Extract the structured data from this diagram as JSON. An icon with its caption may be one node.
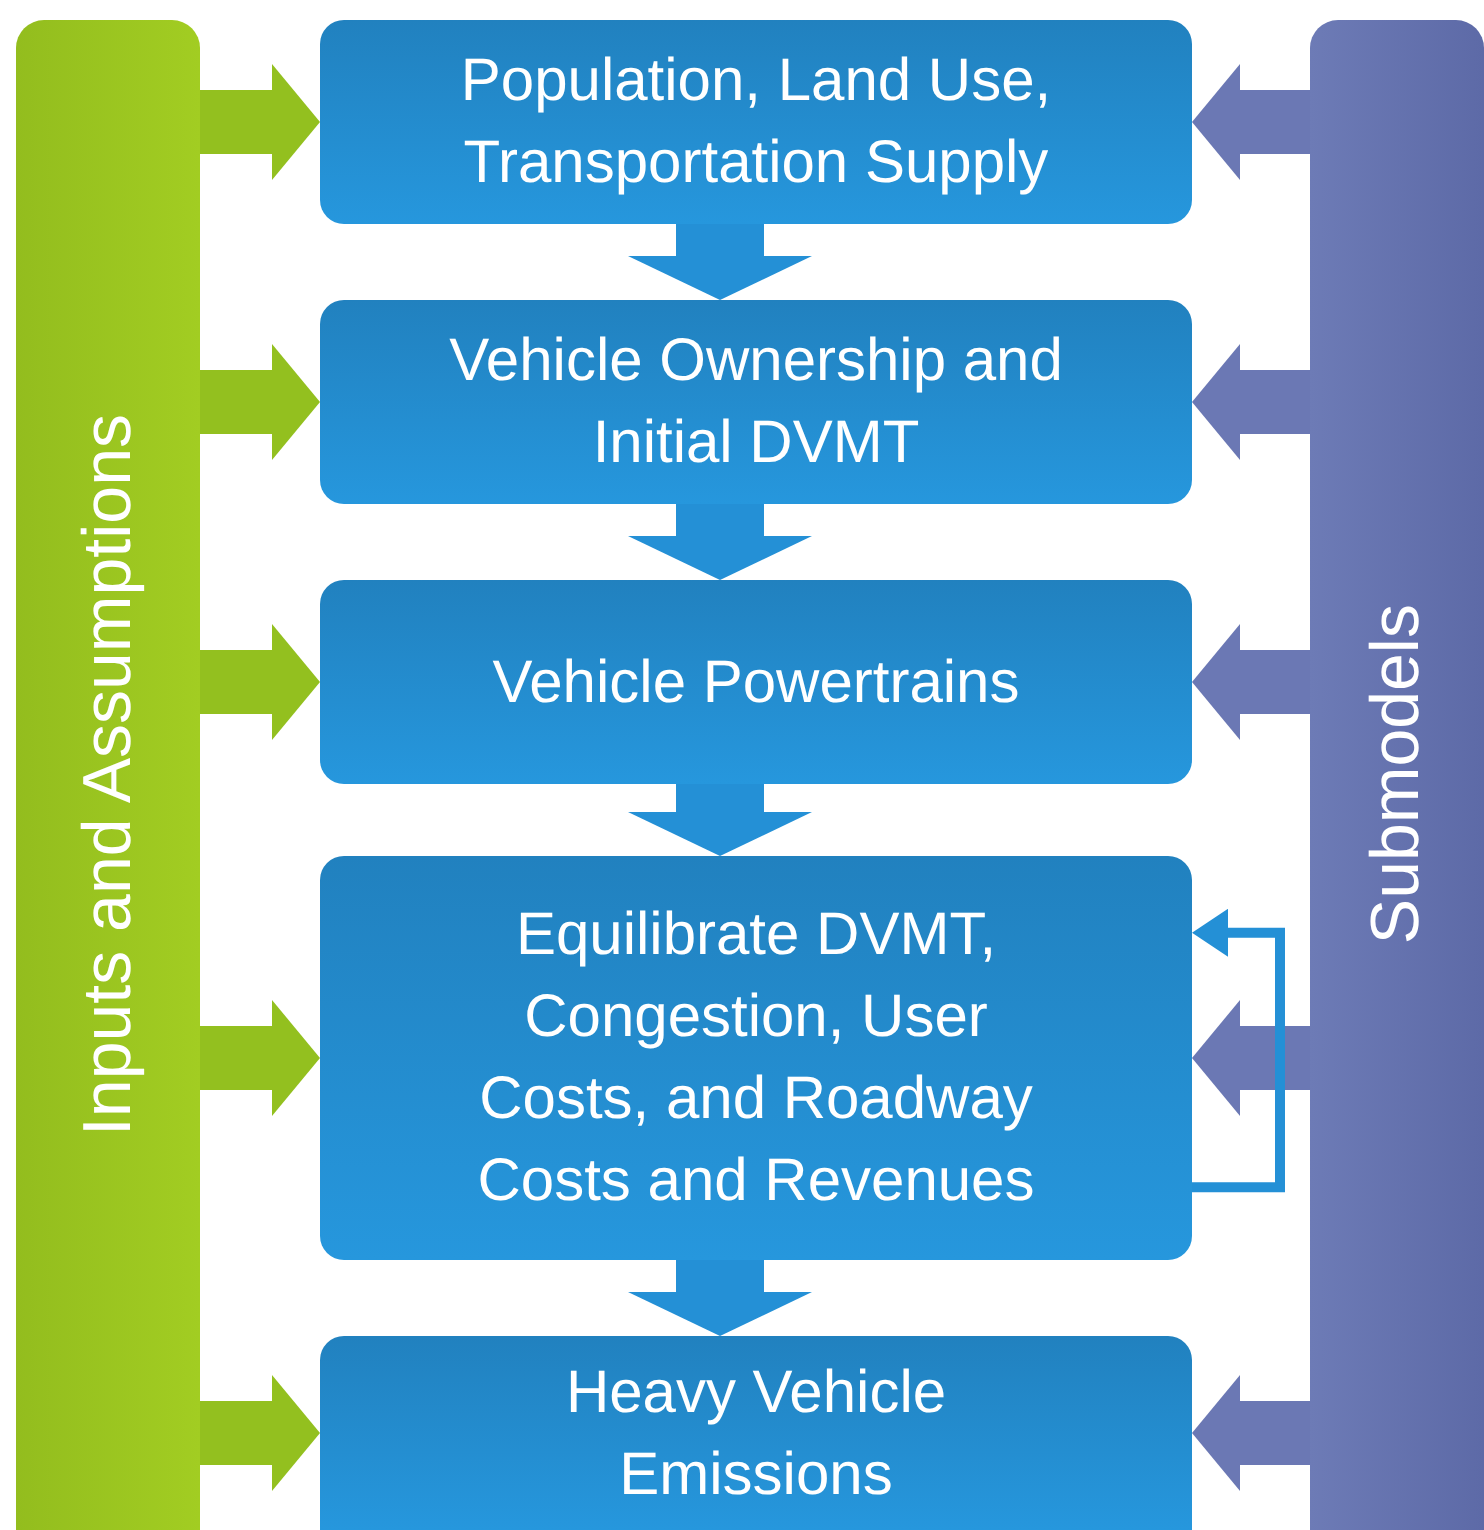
{
  "diagram": {
    "nodes": [
      {
        "text": [
          "Inputs and Assumptions"
        ]
      },
      {
        "text": [
          "Population, Land Use, Transportation Supply"
        ]
      },
      {
        "text": [
          "Vehicle Ownership and Initial DVMT"
        ]
      },
      {
        "text": [
          "Vehicle Powertrains"
        ]
      },
      {
        "text": [
          "Equilibrate DVMT, Congestion, User Costs, and Roadway Costs and Revenues"
        ]
      },
      {
        "text": [
          "Heavy Vehicle Emissions"
        ]
      },
      {
        "text": [
          "Submodels"
        ]
      }
    ],
    "edges": [
      {
        "from": 0,
        "to": 1,
        "arrow": "to",
        "color": "#93c01f"
      },
      {
        "from": 0,
        "to": 2,
        "arrow": "to",
        "color": "#93c01f"
      },
      {
        "from": 0,
        "to": 3,
        "arrow": "to",
        "color": "#93c01f"
      },
      {
        "from": 0,
        "to": 4,
        "arrow": "to",
        "color": "#93c01f"
      },
      {
        "from": 0,
        "to": 5,
        "arrow": "to",
        "color": "#93c01f"
      },
      {
        "from": 6,
        "to": 1,
        "arrow": "to",
        "color": "#6b78b4"
      },
      {
        "from": 6,
        "to": 2,
        "arrow": "to",
        "color": "#6b78b4"
      },
      {
        "from": 6,
        "to": 3,
        "arrow": "to",
        "color": "#6b78b4"
      },
      {
        "from": 6,
        "to": 4,
        "arrow": "to",
        "color": "#6b78b4"
      },
      {
        "from": 6,
        "to": 5,
        "arrow": "to",
        "color": "#6b78b4"
      },
      {
        "from": 1,
        "to": 2,
        "arrow": "to",
        "color": "#2490d6"
      },
      {
        "from": 2,
        "to": 3,
        "arrow": "to",
        "color": "#2490d6"
      },
      {
        "from": 3,
        "to": 4,
        "arrow": "to",
        "color": "#2490d6"
      },
      {
        "from": 4,
        "to": 5,
        "arrow": "to",
        "color": "#2490d6"
      },
      {
        "from": 4,
        "to": 4,
        "arrow": "to",
        "color": "#2490d6"
      }
    ]
  }
}
